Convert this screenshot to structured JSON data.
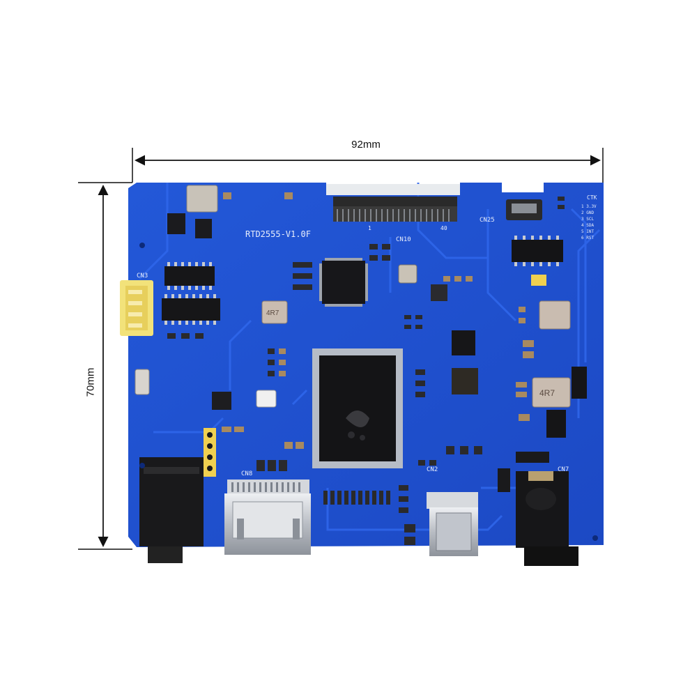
{
  "dimensions": {
    "width_label": "92mm",
    "height_label": "70mm"
  },
  "board": {
    "model_label": "RTD2555-V1.0F",
    "connectors": {
      "cn10": "CN10",
      "cn25": "CN25",
      "cn3": "CN3",
      "cn8": "CN8",
      "cn2": "CN2",
      "cn7": "CN7",
      "ctk": "CTK"
    },
    "ctk_pins": [
      "1 3.3V",
      "2 GND",
      "3 SCL",
      "4 SDA",
      "5 INT",
      "6 RST"
    ],
    "inductor_marks": [
      "4R7",
      "4R7"
    ],
    "fpc_pin_labels": [
      "1",
      "40"
    ]
  },
  "colors": {
    "pcb": "#1f4fd0",
    "pcb_edge": "#1a44b8",
    "trace": "#2d62e6",
    "silkscreen": "#e8eefc",
    "ic": "#1a1a1e",
    "metal": "#c9ccd2"
  }
}
